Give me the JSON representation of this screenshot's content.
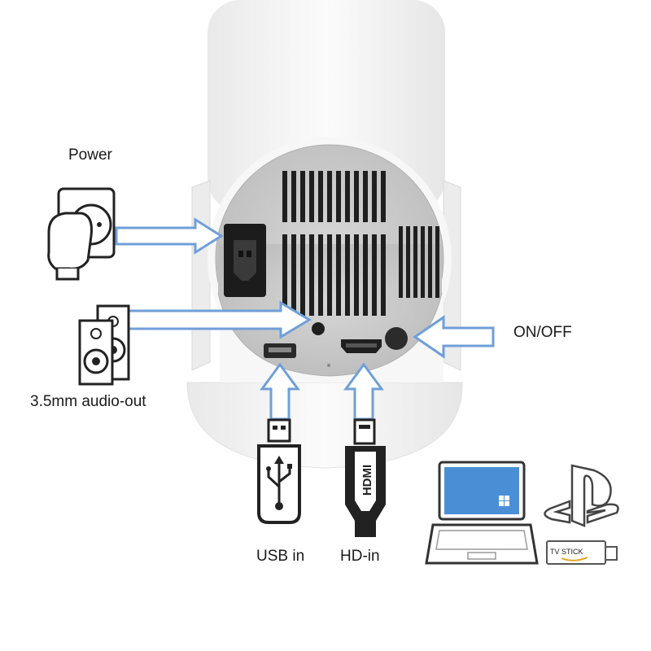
{
  "labels": {
    "power": "Power",
    "audio_out": "3.5mm audio-out",
    "on_off": "ON/OFF",
    "usb_in": "USB in",
    "hd_in": "HD-in"
  },
  "icon_text": {
    "hdmi_plug": "HDMI",
    "tv_stick": "TV STICK"
  },
  "icons": [
    "power-socket-plug-icon",
    "speakers-icon",
    "usb-plug-icon",
    "hdmi-plug-icon",
    "laptop-icon",
    "playstation-icon",
    "tv-stick-icon"
  ],
  "colors": {
    "arrow": "#6f9fd8",
    "body": "#f4f4f4",
    "panel": "#cfcfcf",
    "vents": "#1f1f1f",
    "laptop_screen": "#4a8fd6"
  }
}
